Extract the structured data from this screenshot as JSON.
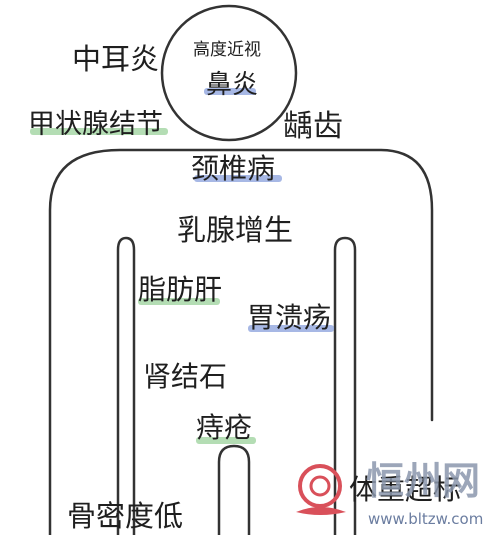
{
  "labels": {
    "head_top": "高度近视",
    "nose": "鼻炎",
    "ear": "中耳炎",
    "thyroid": "甲状腺结节",
    "teeth": "龋齿",
    "neck": "颈椎病",
    "breast": "乳腺增生",
    "liver": "脂肪肝",
    "stomach": "胃溃疡",
    "kidney": "肾结石",
    "hemorrhoid": "痔疮",
    "bone": "骨密度低",
    "weight": "体重超标"
  },
  "watermark": {
    "site_name": "恒州网",
    "url": "www.bltzw.com"
  },
  "colors": {
    "outline": "#333333",
    "highlight_green": "#9bd29b",
    "highlight_blue": "#8aa0dc",
    "watermark_red": "#d9505a",
    "watermark_text": "#8b97ad"
  }
}
